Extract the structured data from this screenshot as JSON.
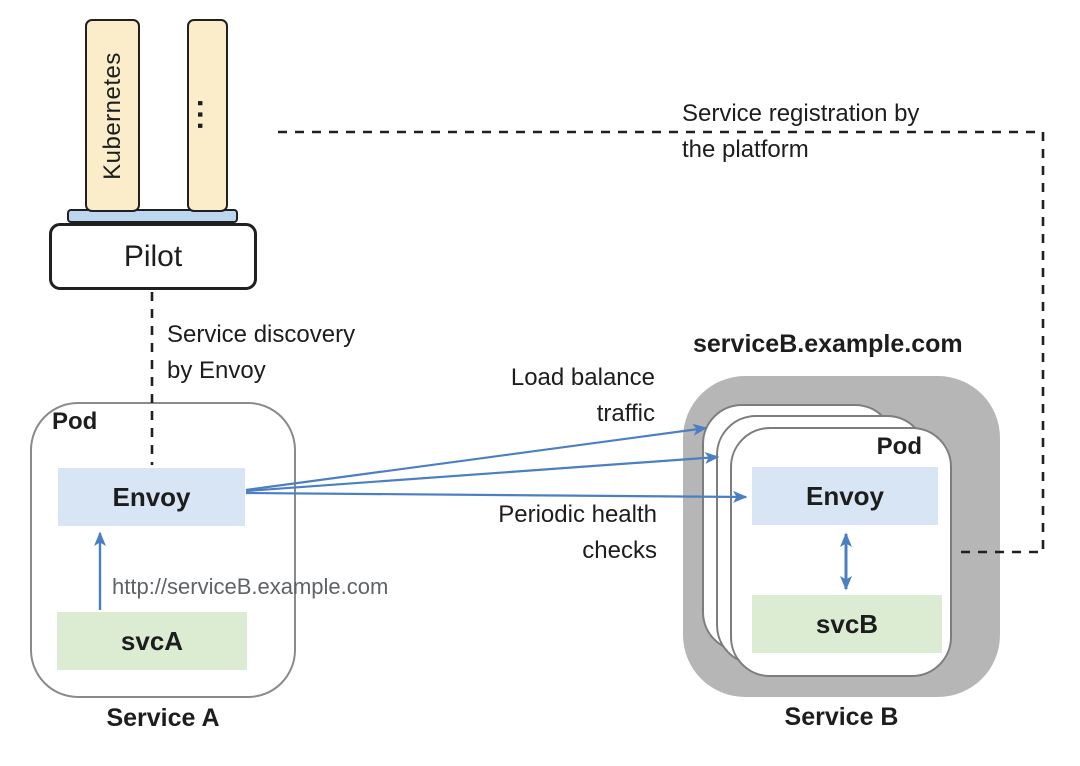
{
  "colors": {
    "cream": "#fbedca",
    "platform-blue": "#bdd6ef",
    "envoy-blue": "#d8e5f5",
    "svc-green": "#dcecd2",
    "outer-gray": "#b6b6b6",
    "arrow-blue": "#4b7fc1",
    "line-dark": "#202020",
    "pod-border": "#8a8a8a",
    "url-gray": "#5f6368"
  },
  "platform": {
    "kubernetes_label": "Kubernetes",
    "more_platforms_label": "...",
    "pilot_label": "Pilot"
  },
  "annotations": {
    "registration": {
      "line1": "Service registration by",
      "line2": "the platform"
    },
    "discovery": {
      "line1": "Service discovery",
      "line2": "by Envoy"
    },
    "load_balance": {
      "line1": "Load balance",
      "line2": "traffic"
    },
    "health_checks": {
      "line1": "Periodic health",
      "line2": "checks"
    },
    "request_url": "http://serviceB.example.com"
  },
  "service_a": {
    "pod_label": "Pod",
    "envoy_label": "Envoy",
    "svc_label": "svcA",
    "caption": "Service A"
  },
  "service_b": {
    "domain": "serviceB.example.com",
    "pod_label": "Pod",
    "envoy_label": "Envoy",
    "svc_label": "svcB",
    "caption": "Service B"
  }
}
